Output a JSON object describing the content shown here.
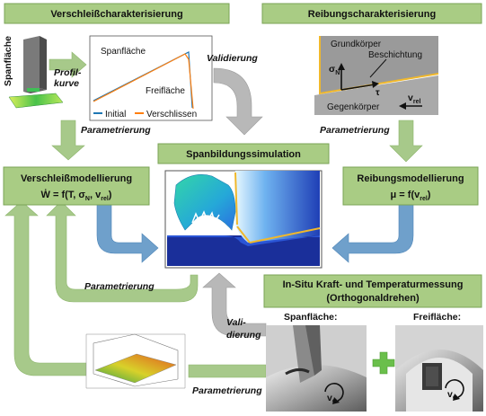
{
  "colors": {
    "green_box": "#a9cc84",
    "green_box_border": "#7aa356",
    "green_arrow": "#a7c98a",
    "grey_arrow": "#b8b8b8",
    "blue_arrow": "#6fa0cb",
    "sim_dark": "#1a2f9a",
    "sim_light": "#2f64e6"
  },
  "boxes": {
    "wear_char": "Verschleißcharakterisierung",
    "friction_char": "Reibungscharakterisierung",
    "chip_sim": "Spanbildungssimulation",
    "wear_model": "Verschleißmodellierung",
    "wear_formula": "Ẇ = f(T, σ",
    "wear_formula_sub_n": "N",
    "wear_formula_mid": ", v",
    "wear_formula_sub_rel": "rel",
    "wear_formula_end": ")",
    "friction_model": "Reibungsmodellierung",
    "friction_formula": "μ = f(v",
    "friction_formula_sub": "rel",
    "friction_formula_end": ")",
    "insitu_line1": "In-Situ Kraft- und Temperaturmessung",
    "insitu_line2": "(Orthogonaldrehen)"
  },
  "labels": {
    "spanflaeche_vertical": "Spanfläche",
    "profilkurve_1": "Profil-",
    "profilkurve_2": "kurve",
    "validierung_top": "Validierung",
    "parametrierung_wear": "Parametrierung",
    "parametrierung_friction": "Parametrierung",
    "parametrierung_left": "Parametrierung",
    "parametrierung_bottom": "Parametrierung",
    "vali_1": "Vali-",
    "vali_2": "dierung",
    "spanflaeche_photo": "Spanfläche:",
    "freiflaeche_photo": "Freifläche:",
    "vc": "v",
    "vc_sub": "C",
    "plus": "+"
  },
  "profile_plot": {
    "label_spanflaeche": "Spanfläche",
    "label_freiflaeche": "Freifläche",
    "legend_initial": "Initial",
    "legend_worn": "Verschlissen",
    "color_initial": "#1f77b4",
    "color_worn": "#ff7f0e"
  },
  "friction_sketch": {
    "grundkoerper": "Grundkörper",
    "beschichtung": "Beschichtung",
    "sigma": "σ",
    "sigma_sub": "N",
    "tau": "τ",
    "gegenkoerper": "Gegenkörper",
    "v": "v",
    "v_sub": "rel"
  }
}
